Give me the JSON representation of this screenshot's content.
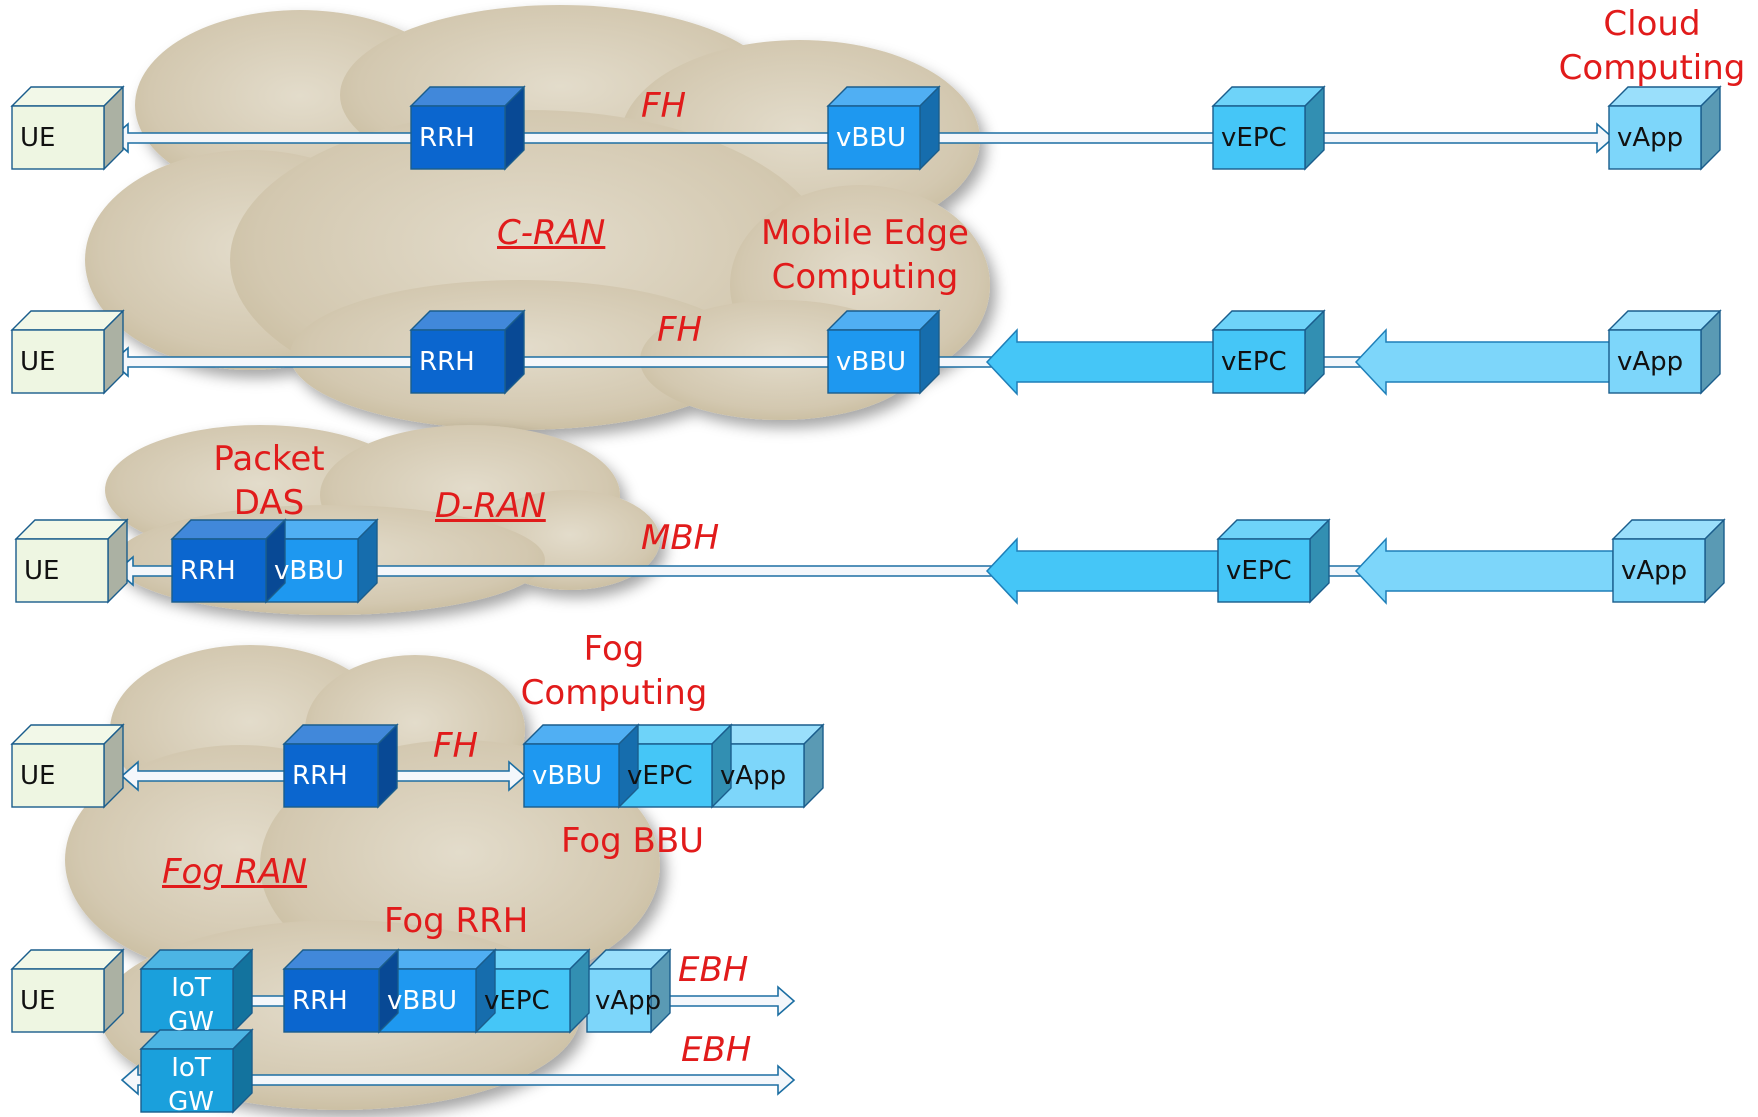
{
  "colors": {
    "red": "#e11b1b",
    "cloud": "#d6cbb5",
    "rrh": "#0b66cf",
    "vbbu": "#1e98f0",
    "vepc": "#45c6f7",
    "vapp": "#7dd6fa",
    "iot": "#1aa0dc",
    "ue": "#eef6e2"
  },
  "blocks": {
    "ue": "UE",
    "rrh": "RRH",
    "vbbu": "vBBU",
    "vepc": "vEPC",
    "vapp": "vApp",
    "iot_gw": "IoT\nGW"
  },
  "labels": {
    "cloud_computing": "Cloud\nComputing",
    "fh": "FH",
    "c_ran": "C-RAN",
    "mec": "Mobile Edge\nComputing",
    "packet_das": "Packet\nDAS",
    "d_ran": "D-RAN",
    "mbh": "MBH",
    "fog_computing": "Fog\nComputing",
    "fog_bbu": "Fog BBU",
    "fog_ran": "Fog RAN",
    "fog_rrh": "Fog RRH",
    "ebh": "EBH"
  }
}
